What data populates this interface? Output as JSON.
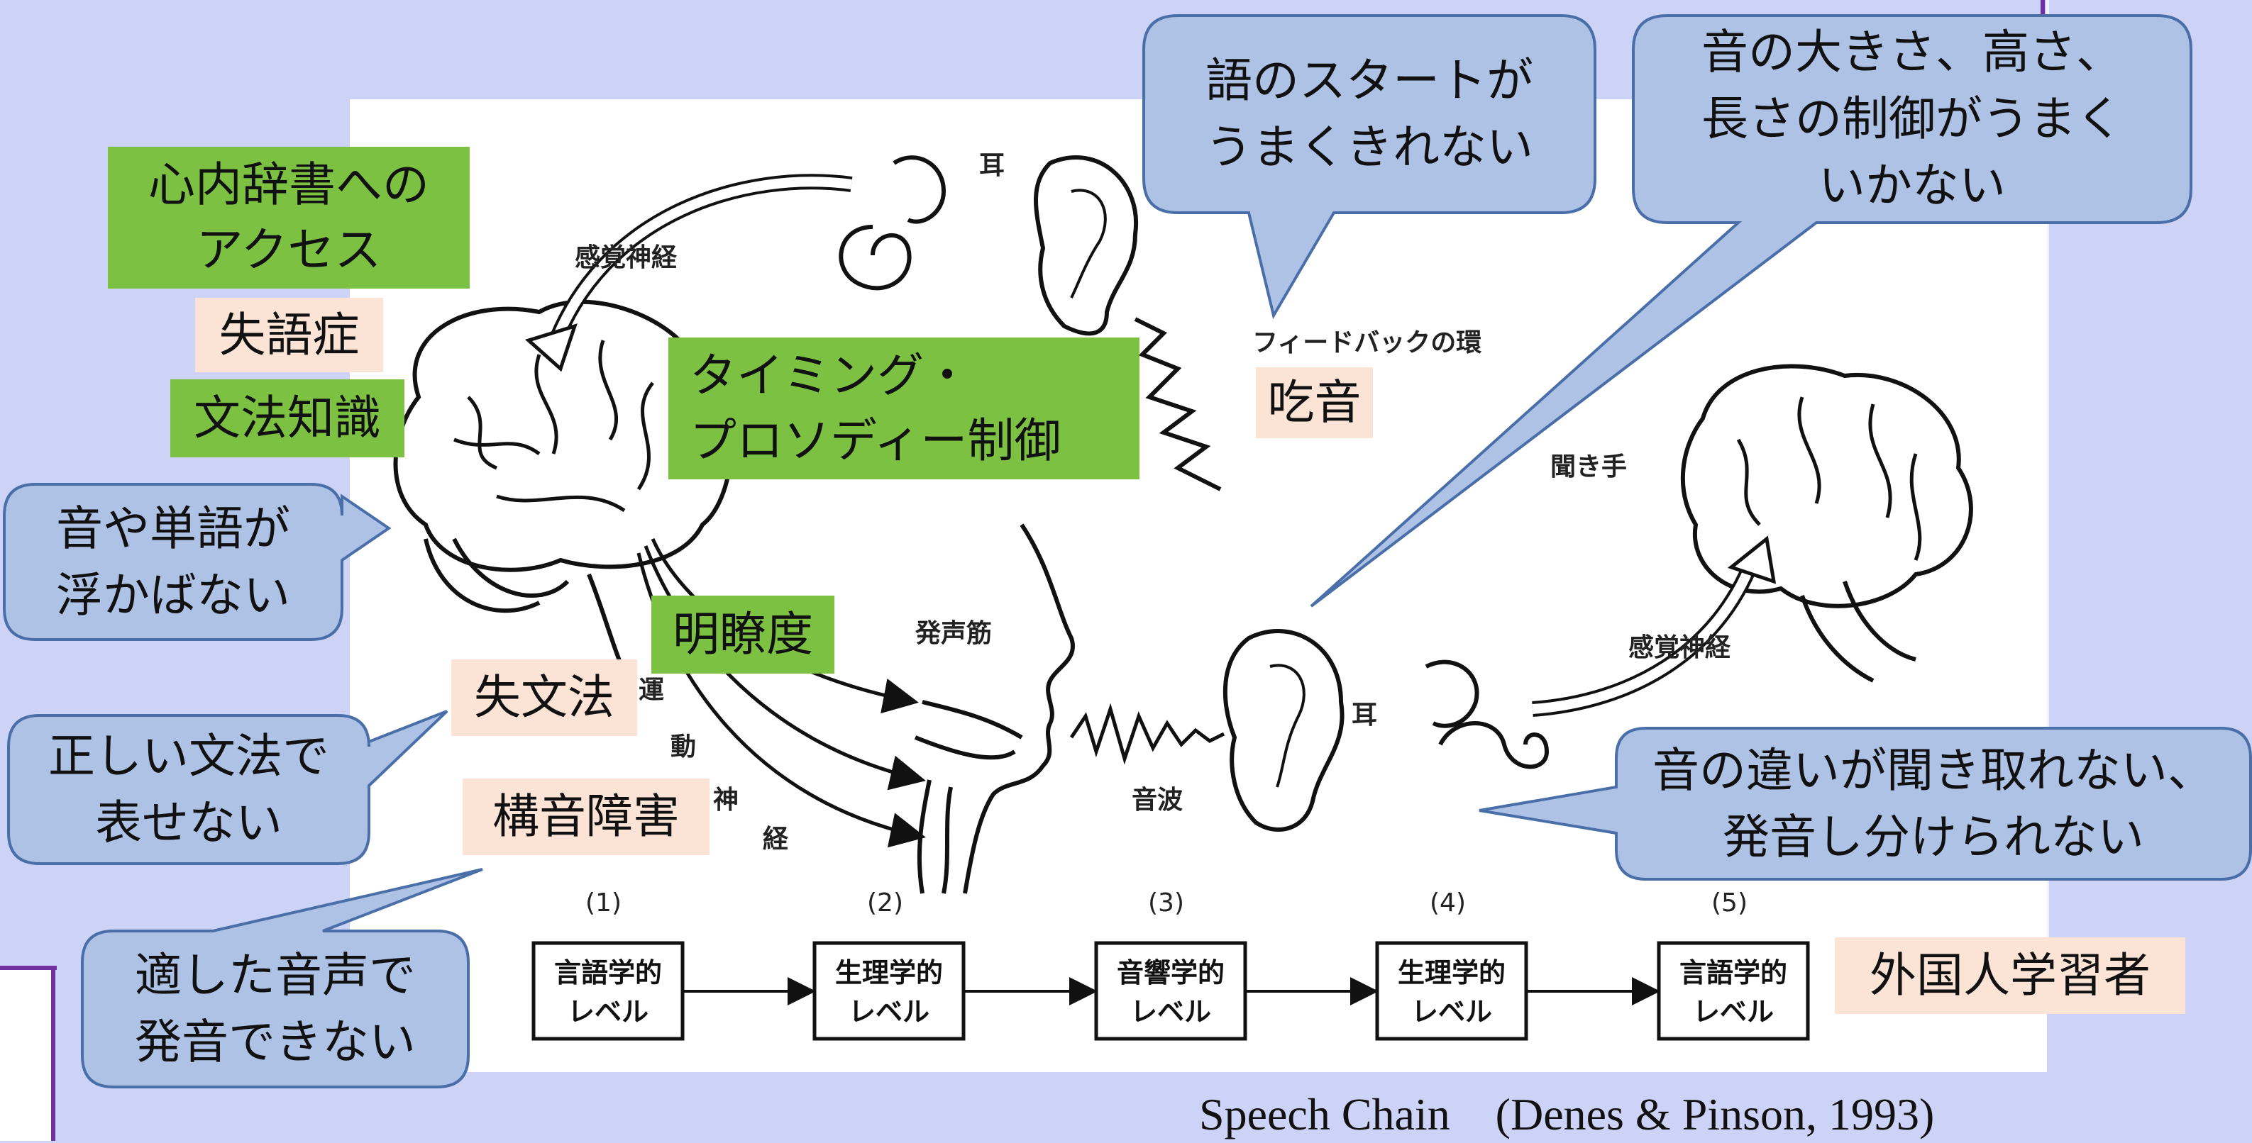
{
  "labels": {
    "lexicon_access": "心内辞書への\nアクセス",
    "aphasia": "失語症",
    "grammar_knowledge": "文法知識",
    "timing_prosody": "タイミング・\nプロソディー制御",
    "stutter": "吃音",
    "clarity": "明瞭度",
    "agrammatism": "失文法",
    "articulation_disorder": "構音障害",
    "foreign_learner": "外国人学習者"
  },
  "callouts": {
    "speech_start": "語のスタートが\nうまくきれない",
    "volume_pitch": "音の大きさ、高さ、\n長さの制御がうまく\nいかない",
    "words_dont_come": "音や単語が\n浮かばない",
    "grammar": "正しい文法で\n表せない",
    "articulation": "適した音声で\n発音できない",
    "sound_difference": "音の違いが聞き取れない、\n発音し分けられない"
  },
  "diagram_labels": {
    "ear_top": "耳",
    "sensory_nerve_top": "感覚神経",
    "feedback_loop": "フィードバックの環",
    "listener": "聞き手",
    "vocal_muscles": "発声筋",
    "motor_1": "運",
    "motor_2": "動",
    "motor_3": "神",
    "motor_4": "経",
    "sound_wave": "音波",
    "ear_bottom": "耳",
    "sensory_nerve_bottom": "感覚神経"
  },
  "levels": [
    {
      "num": "(1)",
      "line1": "言語学的",
      "line2": "レベル"
    },
    {
      "num": "(2)",
      "line1": "生理学的",
      "line2": "レベル"
    },
    {
      "num": "(3)",
      "line1": "音響学的",
      "line2": "レベル"
    },
    {
      "num": "(4)",
      "line1": "生理学的",
      "line2": "レベル"
    },
    {
      "num": "(5)",
      "line1": "言語学的",
      "line2": "レベル"
    }
  ],
  "caption": "Speech Chain　(Denes & Pinson, 1993)",
  "colors": {
    "background": "#cdd3f7",
    "green_label": "#7cc142",
    "peach_label": "#fbe3d6",
    "callout_fill": "#aec2e6",
    "callout_border": "#4a6fa8",
    "frame_purple": "#7030a0"
  }
}
